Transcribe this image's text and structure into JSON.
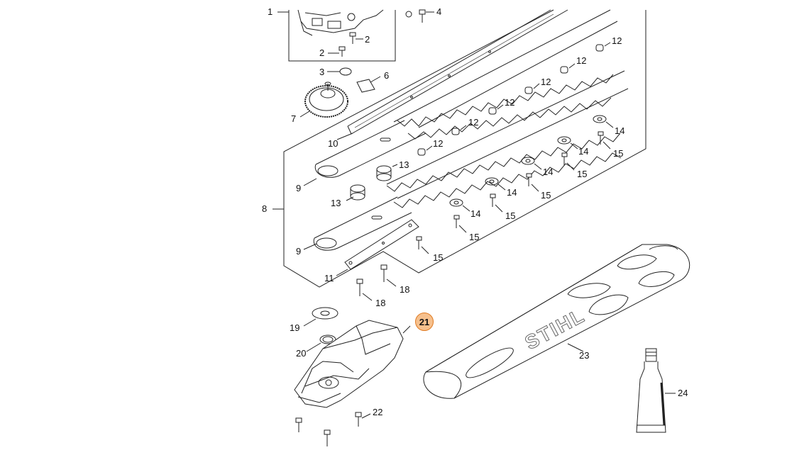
{
  "diagram": {
    "colors": {
      "line": "#222222",
      "highlight_fill": "#f6c08d",
      "highlight_border": "#e07b23",
      "part_fill": "#ffffff"
    },
    "brand_text": "STIHL",
    "highlighted_part": "21",
    "callouts": [
      {
        "id": "c1",
        "label": "1"
      },
      {
        "id": "c2a",
        "label": "2"
      },
      {
        "id": "c2b",
        "label": "2"
      },
      {
        "id": "c3",
        "label": "3"
      },
      {
        "id": "c4",
        "label": "4"
      },
      {
        "id": "c6",
        "label": "6"
      },
      {
        "id": "c7",
        "label": "7"
      },
      {
        "id": "c8",
        "label": "8"
      },
      {
        "id": "c9a",
        "label": "9"
      },
      {
        "id": "c9b",
        "label": "9"
      },
      {
        "id": "c10",
        "label": "10"
      },
      {
        "id": "c11",
        "label": "11"
      },
      {
        "id": "c12a",
        "label": "12"
      },
      {
        "id": "c12b",
        "label": "12"
      },
      {
        "id": "c12c",
        "label": "12"
      },
      {
        "id": "c12d",
        "label": "12"
      },
      {
        "id": "c12e",
        "label": "12"
      },
      {
        "id": "c12f",
        "label": "12"
      },
      {
        "id": "c13a",
        "label": "13"
      },
      {
        "id": "c13b",
        "label": "13"
      },
      {
        "id": "c14a",
        "label": "14"
      },
      {
        "id": "c14b",
        "label": "14"
      },
      {
        "id": "c14c",
        "label": "14"
      },
      {
        "id": "c14d",
        "label": "14"
      },
      {
        "id": "c14e",
        "label": "14"
      },
      {
        "id": "c15a",
        "label": "15"
      },
      {
        "id": "c15b",
        "label": "15"
      },
      {
        "id": "c15c",
        "label": "15"
      },
      {
        "id": "c15d",
        "label": "15"
      },
      {
        "id": "c15e",
        "label": "15"
      },
      {
        "id": "c15f",
        "label": "15"
      },
      {
        "id": "c18a",
        "label": "18"
      },
      {
        "id": "c18b",
        "label": "18"
      },
      {
        "id": "c19",
        "label": "19"
      },
      {
        "id": "c20",
        "label": "20"
      },
      {
        "id": "c21",
        "label": "21"
      },
      {
        "id": "c22",
        "label": "22"
      },
      {
        "id": "c23",
        "label": "23"
      },
      {
        "id": "c24",
        "label": "24"
      }
    ]
  }
}
